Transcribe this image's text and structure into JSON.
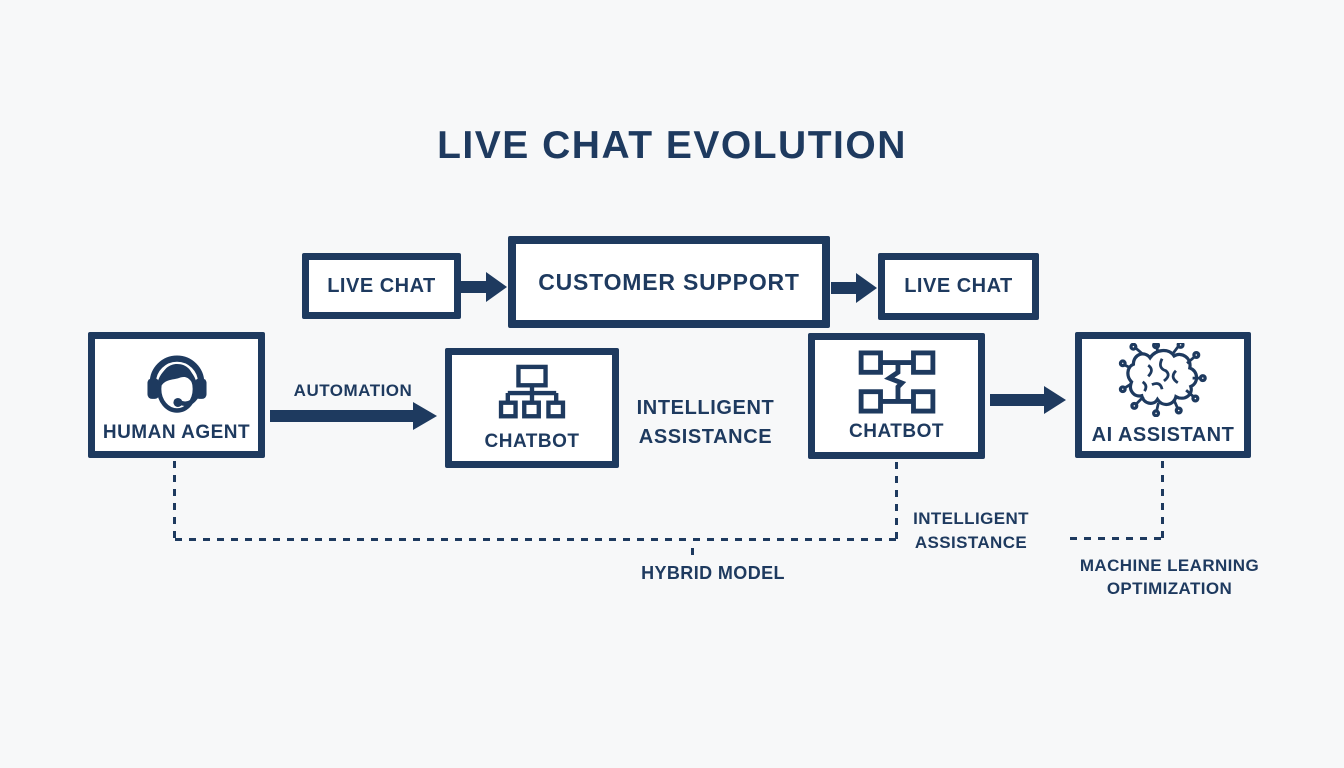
{
  "title": "LIVE CHAT EVOLUTION",
  "colors": {
    "navy": "#1e3a5f",
    "background": "#f7f8f9",
    "box_fill": "#ffffff"
  },
  "top_flow": {
    "live_chat_left": {
      "label": "LIVE CHAT"
    },
    "customer_support": {
      "label": "CUSTOMER SUPPORT"
    },
    "live_chat_right": {
      "label": "LIVE CHAT"
    }
  },
  "evolution_flow": {
    "human_agent": {
      "label": "HUMAN AGENT",
      "icon": "support-agent-headset-icon"
    },
    "automation": {
      "label": "AUTOMATION"
    },
    "chatbot_basic": {
      "label": "CHATBOT",
      "icon": "hierarchy-tree-icon"
    },
    "intelligent_assistance": {
      "line1": "INTELLIGENT",
      "line2": "ASSISTANCE"
    },
    "chatbot_advanced": {
      "label": "CHATBOT",
      "icon": "decision-flow-icon"
    },
    "ai_assistant": {
      "label": "AI ASSISTANT",
      "icon": "ai-brain-circuit-icon"
    }
  },
  "annotations": {
    "hybrid_model": {
      "label": "HYBRID MODEL"
    },
    "intelligent_assistance": {
      "line1": "INTELLIGENT",
      "line2": "ASSISTANCE"
    },
    "machine_learning": {
      "line1": "MACHINE LEARNING",
      "line2": "OPTIMIZATION"
    }
  }
}
